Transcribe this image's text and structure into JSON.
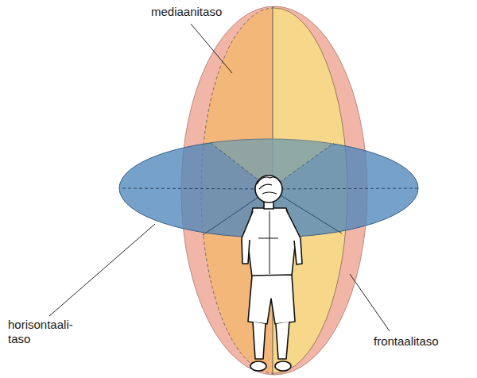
{
  "diagram": {
    "labels": [
      "mediaanitaso",
      "horisontaali- taso",
      "frontaalitaso"
    ]
  }
}
